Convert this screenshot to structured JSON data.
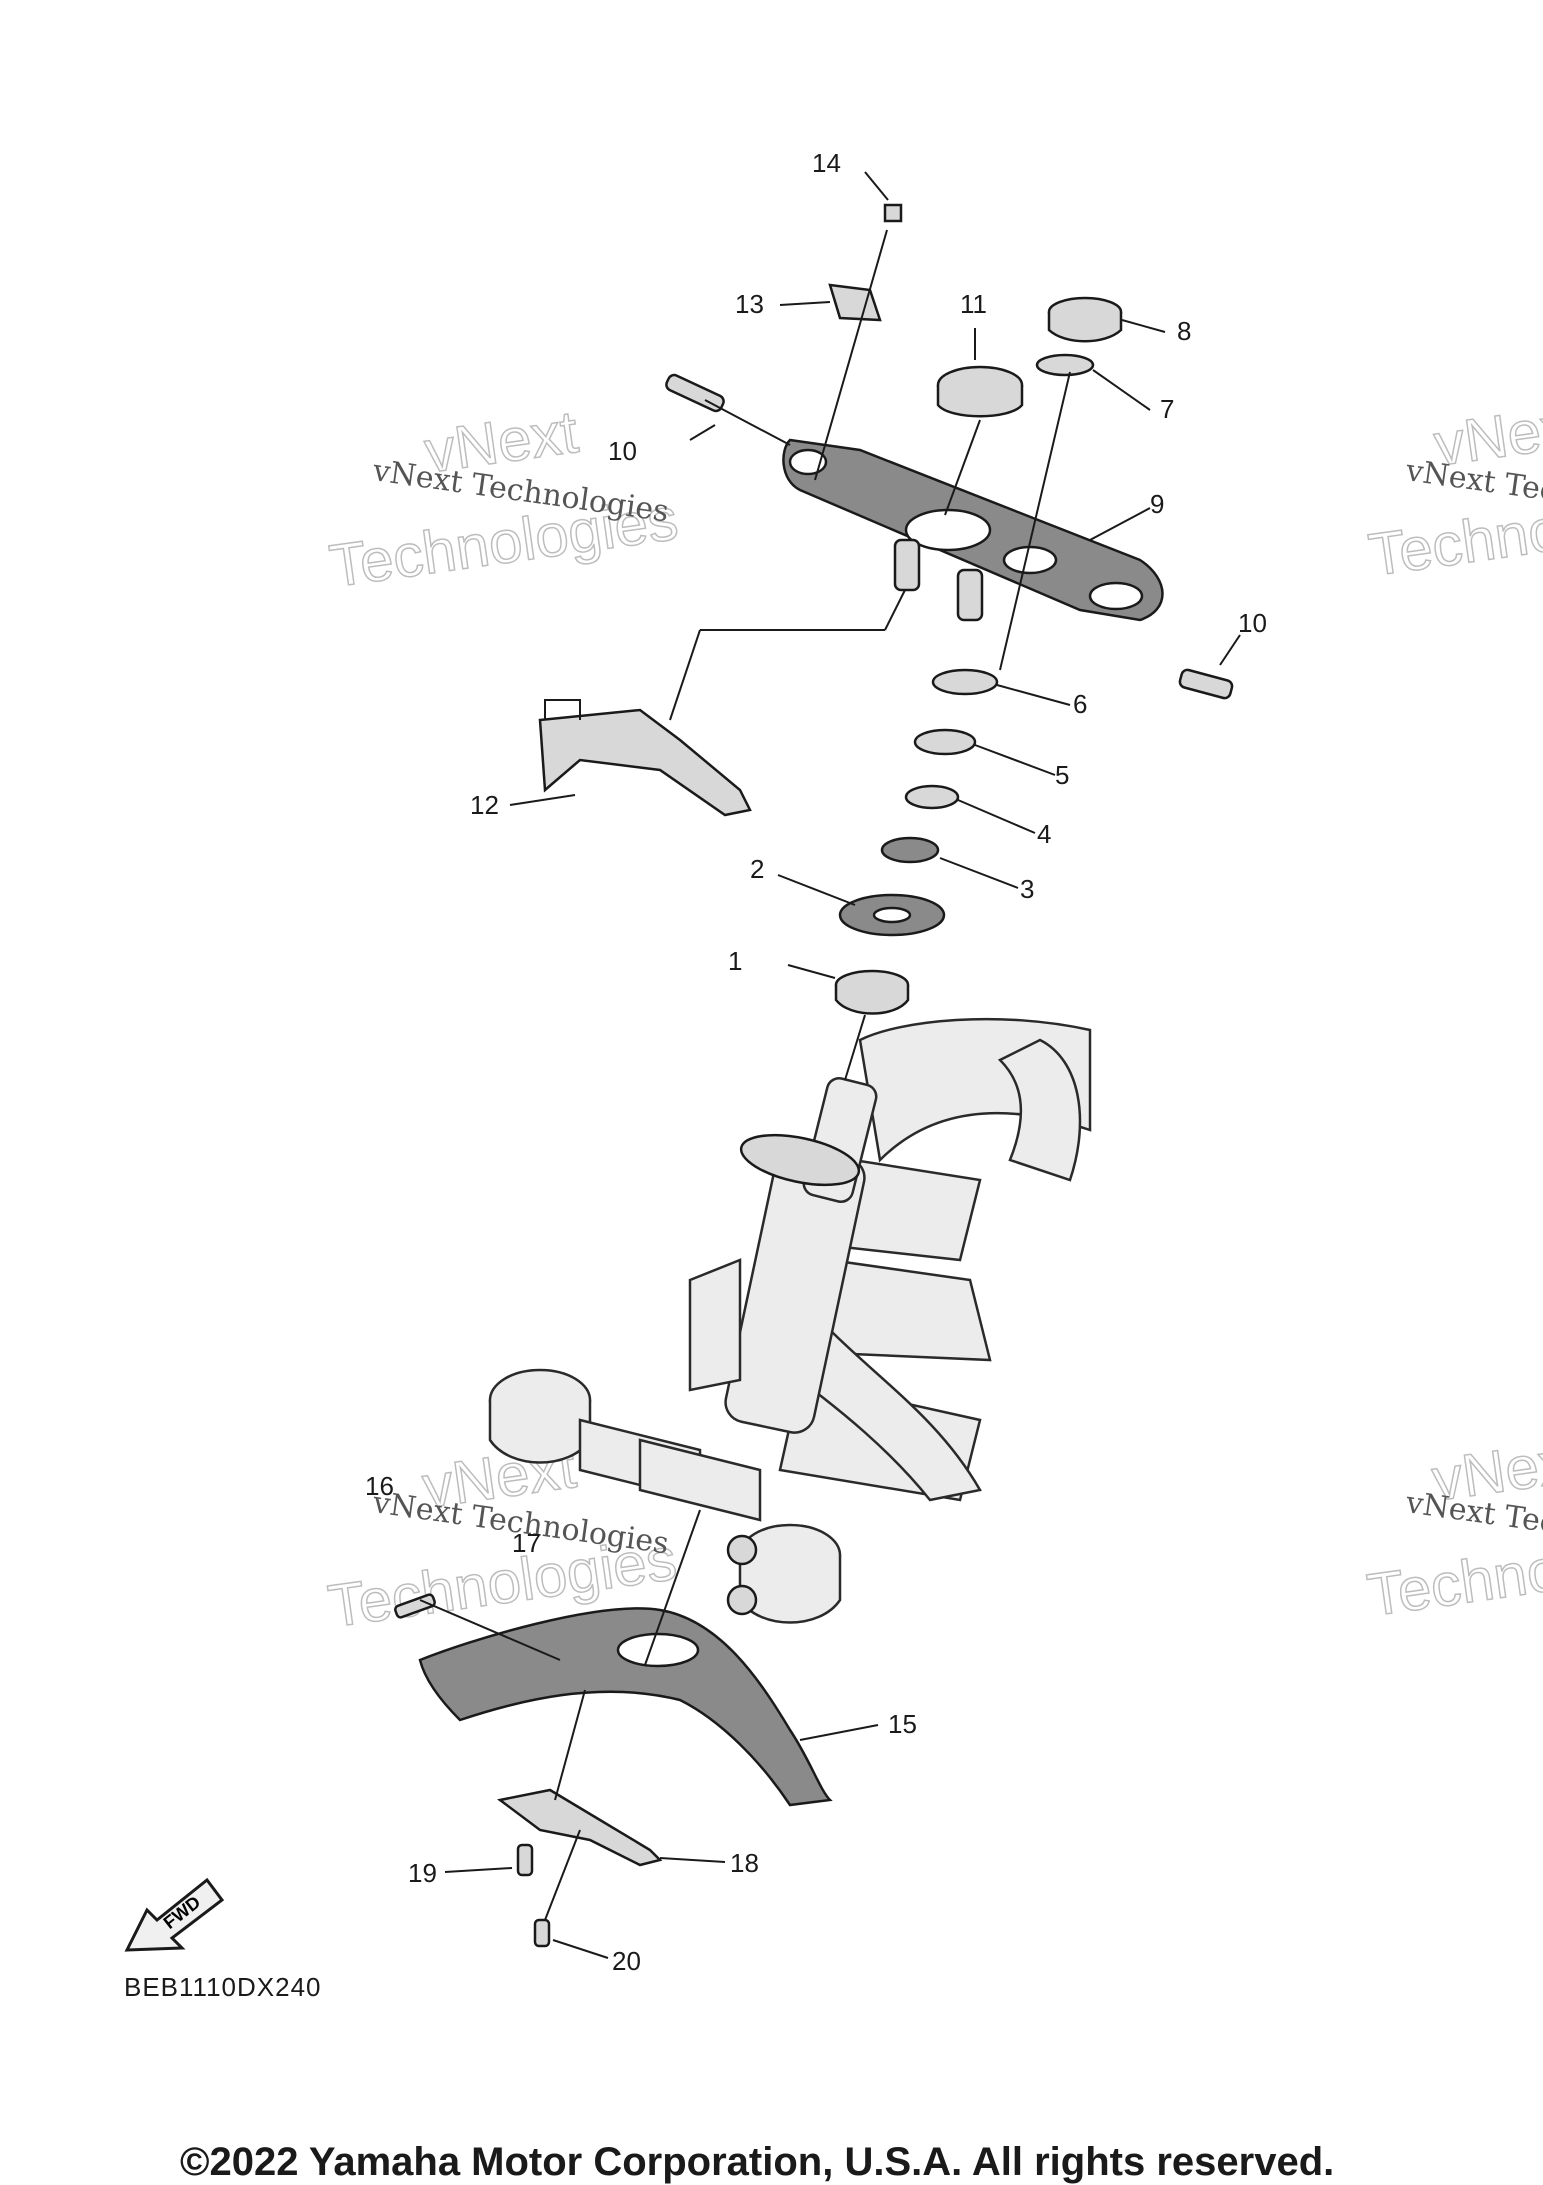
{
  "callouts": [
    "1",
    "2",
    "3",
    "4",
    "5",
    "6",
    "7",
    "8",
    "9",
    "10",
    "10",
    "11",
    "12",
    "13",
    "14",
    "15",
    "16",
    "17",
    "18",
    "19",
    "20"
  ],
  "watermark": {
    "company_line": "vNext Technologies",
    "outline_top": "vNext",
    "outline_bottom": "Technologies"
  },
  "fwd_label": "FWD",
  "diagram_code": "BEB1110DX240",
  "copyright": "©2022 Yamaha Motor Corporation, U.S.A. All rights reserved."
}
